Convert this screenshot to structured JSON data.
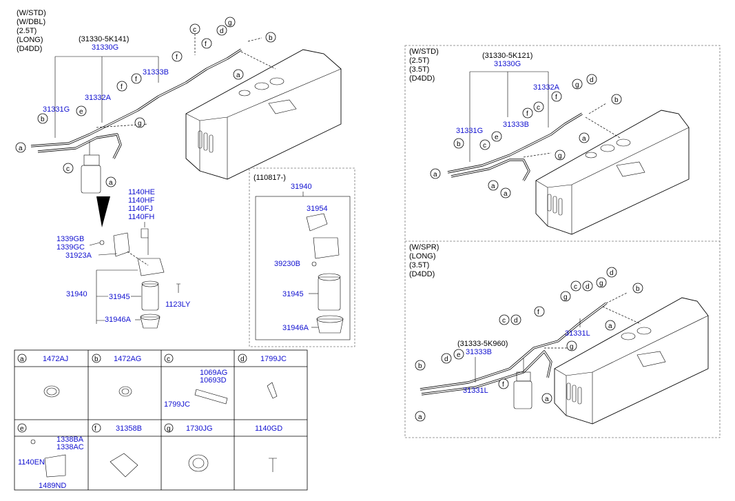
{
  "top_left": {
    "spec": [
      "(W/STD)",
      "(W/DBL)",
      "(2.5T)",
      "(LONG)",
      "(D4DD)"
    ],
    "assy_code": "(31330-5K141)",
    "assy_no": "31330G",
    "parts": {
      "p31333B": "31333B",
      "p31332A": "31332A",
      "p31331G": "31331G"
    },
    "callouts": [
      "c",
      "f",
      "f",
      "f",
      "f",
      "d",
      "g",
      "b",
      "a",
      "b",
      "e",
      "a",
      "c",
      "a",
      "g"
    ]
  },
  "filter_assy": {
    "bolts": [
      "1140HE",
      "1140HF",
      "1140FJ",
      "1140FH"
    ],
    "p1339GB": "1339GB",
    "p1339GC": "1339GC",
    "p31923A": "31923A",
    "p31940": "31940",
    "p31945": "31945",
    "p31946A": "31946A",
    "p1123LY": "1123LY"
  },
  "inset_110817": {
    "date": "(110817-)",
    "p31940": "31940",
    "p31954": "31954",
    "p39230B": "39230B",
    "p31945": "31945",
    "p31946A": "31946A"
  },
  "legend": [
    {
      "letter": "a",
      "part": "1472AJ"
    },
    {
      "letter": "b",
      "part": "1472AG"
    },
    {
      "letter": "c",
      "part": "",
      "sub": [
        "1069AG",
        "10693D",
        "1799JC"
      ]
    },
    {
      "letter": "d",
      "part": "1799JC"
    },
    {
      "letter": "e",
      "part": "",
      "sub": [
        "1338BA",
        "1338AC",
        "1140EN",
        "1489ND"
      ]
    },
    {
      "letter": "f",
      "part": "31358B"
    },
    {
      "letter": "g",
      "part": "1730JG"
    },
    {
      "letter": "",
      "part": "1140GD"
    }
  ],
  "top_right": {
    "spec": [
      "(W/STD)",
      "(2.5T)",
      "(3.5T)",
      "(D4DD)"
    ],
    "assy_code": "(31330-5K121)",
    "assy_no": "31330G",
    "p31332A": "31332A",
    "p31331G": "31331G",
    "p31333B": "31333B"
  },
  "bottom_right": {
    "spec": [
      "(W/SPR)",
      "(LONG)",
      "(3.5T)",
      "(D4DD)"
    ],
    "assy_code": "(31333-5K960)",
    "p31333B": "31333B",
    "p31331L_a": "31331L",
    "p31331L_b": "31331L"
  },
  "callout_letters": {
    "a": "a",
    "b": "b",
    "c": "c",
    "d": "d",
    "e": "e",
    "f": "f",
    "g": "g"
  }
}
